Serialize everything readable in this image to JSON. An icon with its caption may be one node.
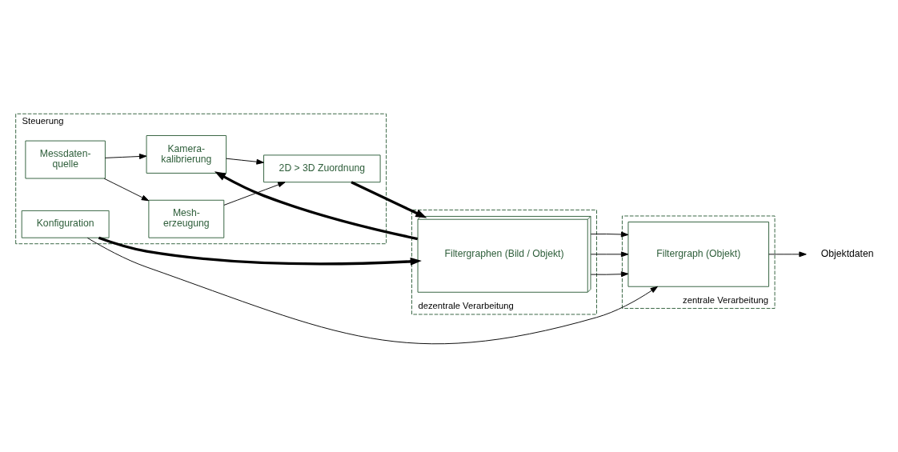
{
  "diagram": {
    "nodes": [
      {
        "text": [
          "Steuerung"
        ]
      },
      {
        "text": [
          "Messdaten- quelle"
        ],
        "in": 0
      },
      {
        "text": [
          "Mesh- erzeugung"
        ],
        "in": 0
      },
      {
        "text": [
          "Kamera- kalibrierung"
        ],
        "in": 0
      },
      {
        "text": [
          "2D > 3D Zuordnung"
        ],
        "in": 0
      },
      {
        "text": [
          "Konfiguration"
        ],
        "in": 0
      },
      {
        "text": [
          "dezentrale Verarbeitung"
        ]
      },
      {
        "text": [
          "Filtergraphen (Bild / Objekt)"
        ],
        "in": 6
      },
      {
        "text": [
          "zentrale Verarbeitung"
        ]
      },
      {
        "text": [
          "Filtergraph (Objekt)"
        ],
        "in": 8
      },
      {
        "text": [
          "Objektdaten"
        ]
      }
    ],
    "edges": [
      {
        "from": 1,
        "to": 2,
        "arrow": "to"
      },
      {
        "from": 1,
        "to": 3,
        "arrow": "to"
      },
      {
        "from": 2,
        "to": 4,
        "arrow": "to"
      },
      {
        "from": 3,
        "to": 4,
        "arrow": "to"
      },
      {
        "from": 7,
        "to": 3,
        "arrow": "to",
        "style": "thick"
      },
      {
        "from": 4,
        "to": 7,
        "arrow": "to",
        "style": "thick"
      },
      {
        "from": 5,
        "to": 7,
        "arrow": "to",
        "style": "thick"
      },
      {
        "from": 5,
        "to": 9,
        "arrow": "to"
      },
      {
        "from": 7,
        "to": 9,
        "arrow": "to"
      },
      {
        "from": 7,
        "to": 9,
        "arrow": "to"
      },
      {
        "from": 7,
        "to": 9,
        "arrow": "to"
      },
      {
        "from": 9,
        "to": 10,
        "arrow": "to"
      }
    ]
  }
}
